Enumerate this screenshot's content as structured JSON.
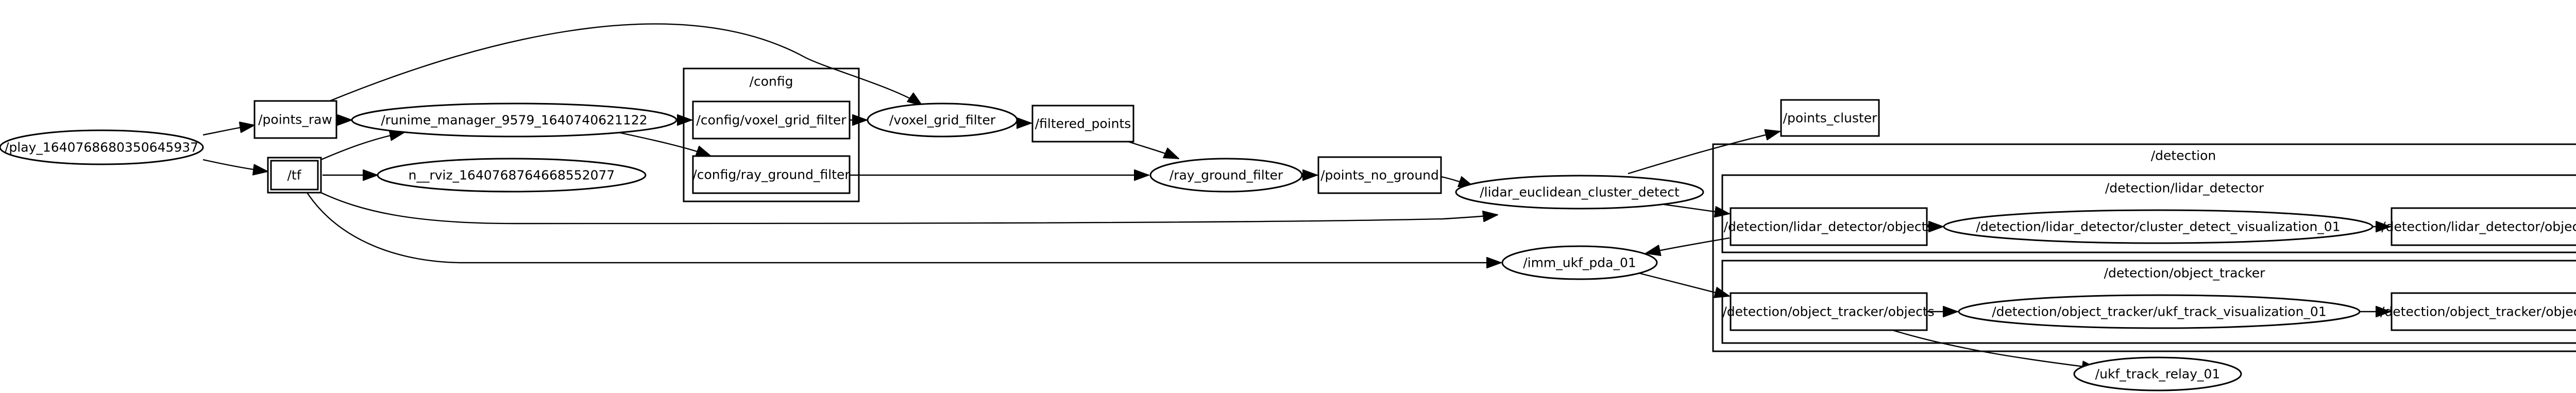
{
  "graph": {
    "clusters": {
      "config": "/config",
      "detection": "/detection",
      "lidar_detector": "/detection/lidar_detector",
      "object_tracker": "/detection/object_tracker"
    },
    "nodes": {
      "play": "/play_1640768680350645937",
      "points_raw": "/points_raw",
      "tf": "/tf",
      "runtime_manager": "/runime_manager_9579_1640740621122",
      "rviz": "n__rviz_1640768764668552077",
      "config_voxel_grid_filter": "/config/voxel_grid_filter",
      "config_ray_ground_filter": "/config/ray_ground_filter",
      "voxel_grid_filter": "/voxel_grid_filter",
      "filtered_points": "/filtered_points",
      "ray_ground_filter": "/ray_ground_filter",
      "points_no_ground": "/points_no_ground",
      "lidar_euclidean_cluster_detect": "/lidar_euclidean_cluster_detect",
      "points_cluster": "/points_cluster",
      "imm_ukf_pda": "/imm_ukf_pda_01",
      "lidar_detector_objects": "/detection/lidar_detector/objects",
      "cluster_detect_visualization": "/detection/lidar_detector/cluster_detect_visualization_01",
      "lidar_detector_objects_markers": "/detection/lidar_detector/objects_markers",
      "object_tracker_objects": "/detection/object_tracker/objects",
      "ukf_track_visualization": "/detection/object_tracker/ukf_track_visualization_01",
      "object_tracker_objects_markers": "/detection/object_tracker/objects_markers",
      "ukf_track_relay": "/ukf_track_relay_01"
    }
  }
}
